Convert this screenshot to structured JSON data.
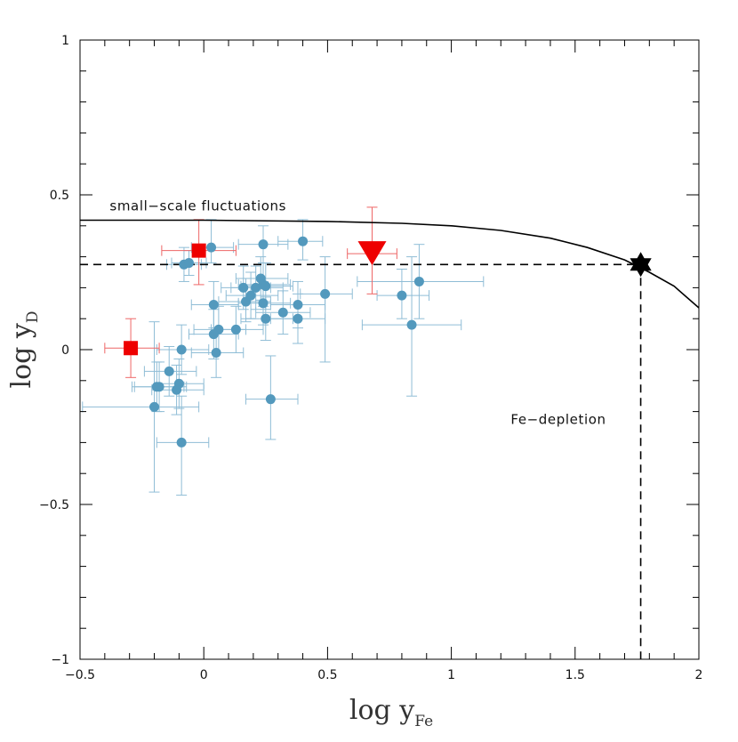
{
  "chart_data": {
    "type": "scatter",
    "xlabel": {
      "main": "log  y",
      "sub": "Fe"
    },
    "ylabel": {
      "main": "log  y",
      "sub": "D"
    },
    "xlim": [
      -0.5,
      2
    ],
    "ylim": [
      -1,
      1
    ],
    "xticks": [
      -0.5,
      0,
      0.5,
      1,
      1.5,
      2
    ],
    "xtick_labels": [
      "−0.5",
      "0",
      "0.5",
      "1",
      "1.5",
      "2"
    ],
    "yticks": [
      -1,
      -0.5,
      0,
      0.5,
      1
    ],
    "ytick_labels": [
      "−1",
      "−0.5",
      "0",
      "0.5",
      "1"
    ],
    "x_minor_step": 0.1,
    "y_minor_step": 0.1,
    "grid": false,
    "annotations": [
      {
        "id": "small-scale",
        "text": "small−scale fluctuations",
        "x": -0.38,
        "y": 0.45
      },
      {
        "id": "fe-depletion",
        "text": "Fe−depletion",
        "x": 1.24,
        "y": -0.24
      }
    ],
    "model_curve": {
      "name": "small-scale fluctuations",
      "color": "#000000",
      "points": [
        [
          -0.5,
          0.418
        ],
        [
          0,
          0.418
        ],
        [
          0.5,
          0.414
        ],
        [
          0.8,
          0.408
        ],
        [
          1.0,
          0.4
        ],
        [
          1.2,
          0.385
        ],
        [
          1.4,
          0.36
        ],
        [
          1.55,
          0.33
        ],
        [
          1.7,
          0.29
        ],
        [
          1.8,
          0.25
        ],
        [
          1.9,
          0.205
        ],
        [
          2.0,
          0.135
        ]
      ]
    },
    "reference_lines": {
      "horizontal_y": 0.275,
      "vertical_x": 1.765,
      "style": "dashed",
      "color": "#000000"
    },
    "special_point": {
      "x": 1.765,
      "y": 0.275,
      "marker": "star",
      "color": "#000000"
    },
    "series": [
      {
        "marker": "circle",
        "color": "#5399bd",
        "errcolor": "#8fbdd6",
        "points": [
          {
            "x": -0.08,
            "y": 0.275,
            "xl": -0.15,
            "xh": -0.01,
            "yl": 0.22,
            "yh": 0.33
          },
          {
            "x": -0.06,
            "y": 0.28,
            "xl": -0.13,
            "xh": 0.01,
            "yl": 0.24,
            "yh": 0.32
          },
          {
            "x": 0.03,
            "y": 0.33,
            "xl": -0.05,
            "xh": 0.12,
            "yl": 0.28,
            "yh": 0.42
          },
          {
            "x": 0.24,
            "y": 0.34,
            "xl": 0.14,
            "xh": 0.34,
            "yl": 0.28,
            "yh": 0.4
          },
          {
            "x": 0.4,
            "y": 0.35,
            "xl": 0.3,
            "xh": 0.48,
            "yl": 0.29,
            "yh": 0.42
          },
          {
            "x": 0.16,
            "y": 0.2,
            "xl": 0.07,
            "xh": 0.27,
            "yl": 0.13,
            "yh": 0.27
          },
          {
            "x": 0.17,
            "y": 0.155,
            "xl": 0.06,
            "xh": 0.27,
            "yl": 0.09,
            "yh": 0.23
          },
          {
            "x": 0.19,
            "y": 0.175,
            "xl": 0.09,
            "xh": 0.3,
            "yl": 0.1,
            "yh": 0.25
          },
          {
            "x": 0.21,
            "y": 0.2,
            "xl": 0.11,
            "xh": 0.32,
            "yl": 0.13,
            "yh": 0.27
          },
          {
            "x": 0.23,
            "y": 0.23,
            "xl": 0.13,
            "xh": 0.34,
            "yl": 0.16,
            "yh": 0.3
          },
          {
            "x": 0.24,
            "y": 0.21,
            "xl": 0.14,
            "xh": 0.35,
            "yl": 0.14,
            "yh": 0.28
          },
          {
            "x": 0.25,
            "y": 0.205,
            "xl": 0.15,
            "xh": 0.36,
            "yl": 0.13,
            "yh": 0.28
          },
          {
            "x": 0.24,
            "y": 0.15,
            "xl": 0.14,
            "xh": 0.35,
            "yl": 0.08,
            "yh": 0.22
          },
          {
            "x": 0.04,
            "y": 0.145,
            "xl": -0.05,
            "xh": 0.14,
            "yl": 0.07,
            "yh": 0.22
          },
          {
            "x": 0.32,
            "y": 0.12,
            "xl": 0.21,
            "xh": 0.43,
            "yl": 0.05,
            "yh": 0.19
          },
          {
            "x": 0.38,
            "y": 0.145,
            "xl": 0.27,
            "xh": 0.49,
            "yl": 0.07,
            "yh": 0.22
          },
          {
            "x": 0.38,
            "y": 0.1,
            "xl": 0.27,
            "xh": 0.49,
            "yl": 0.02,
            "yh": 0.18
          },
          {
            "x": 0.25,
            "y": 0.1,
            "xl": 0.15,
            "xh": 0.36,
            "yl": 0.03,
            "yh": 0.17
          },
          {
            "x": 0.49,
            "y": 0.18,
            "xl": 0.39,
            "xh": 0.6,
            "yl": -0.04,
            "yh": 0.3
          },
          {
            "x": 0.13,
            "y": 0.065,
            "xl": 0.03,
            "xh": 0.24,
            "yl": -0.01,
            "yh": 0.14
          },
          {
            "x": 0.06,
            "y": 0.065,
            "xl": -0.04,
            "xh": 0.17,
            "yl": -0.01,
            "yh": 0.14
          },
          {
            "x": 0.04,
            "y": 0.05,
            "xl": -0.06,
            "xh": 0.14,
            "yl": -0.03,
            "yh": 0.13
          },
          {
            "x": 0.05,
            "y": -0.01,
            "xl": -0.05,
            "xh": 0.16,
            "yl": -0.09,
            "yh": 0.07
          },
          {
            "x": -0.09,
            "y": 0.0,
            "xl": -0.19,
            "xh": 0.02,
            "yl": -0.08,
            "yh": 0.08
          },
          {
            "x": -0.14,
            "y": -0.07,
            "xl": -0.24,
            "xh": -0.03,
            "yl": -0.15,
            "yh": 0.01
          },
          {
            "x": -0.1,
            "y": -0.11,
            "xl": -0.2,
            "xh": 0.0,
            "yl": -0.19,
            "yh": -0.03
          },
          {
            "x": -0.11,
            "y": -0.13,
            "xl": -0.21,
            "xh": 0.0,
            "yl": -0.21,
            "yh": -0.05
          },
          {
            "x": -0.18,
            "y": -0.12,
            "xl": -0.28,
            "xh": -0.07,
            "yl": -0.2,
            "yh": -0.04
          },
          {
            "x": -0.19,
            "y": -0.12,
            "xl": -0.29,
            "xh": -0.08,
            "yl": -0.2,
            "yh": -0.04
          },
          {
            "x": -0.2,
            "y": -0.185,
            "xl": -0.49,
            "xh": -0.02,
            "yl": -0.46,
            "yh": 0.09
          },
          {
            "x": -0.09,
            "y": -0.3,
            "xl": -0.19,
            "xh": 0.02,
            "yl": -0.47,
            "yh": -0.15
          },
          {
            "x": 0.27,
            "y": -0.16,
            "xl": 0.17,
            "xh": 0.38,
            "yl": -0.29,
            "yh": -0.02
          },
          {
            "x": 0.8,
            "y": 0.175,
            "xl": 0.7,
            "xh": 0.91,
            "yl": 0.1,
            "yh": 0.26
          },
          {
            "x": 0.87,
            "y": 0.22,
            "xl": 0.62,
            "xh": 1.13,
            "yl": 0.1,
            "yh": 0.34
          },
          {
            "x": 0.84,
            "y": 0.08,
            "xl": 0.64,
            "xh": 1.04,
            "yl": -0.15,
            "yh": 0.3
          }
        ]
      },
      {
        "marker": "square",
        "color": "#ee0000",
        "errcolor": "#ee6666",
        "points": [
          {
            "x": -0.02,
            "y": 0.32,
            "xl": -0.17,
            "xh": 0.13,
            "yl": 0.21,
            "yh": 0.42
          },
          {
            "x": -0.295,
            "y": 0.005,
            "xl": -0.4,
            "xh": -0.18,
            "yl": -0.09,
            "yh": 0.1
          }
        ]
      },
      {
        "marker": "triangle-down",
        "color": "#ee0000",
        "errcolor": "#ee6666",
        "points": [
          {
            "x": 0.68,
            "y": 0.31,
            "xl": 0.58,
            "xh": 0.78,
            "yl": 0.18,
            "yh": 0.46
          }
        ]
      }
    ]
  }
}
